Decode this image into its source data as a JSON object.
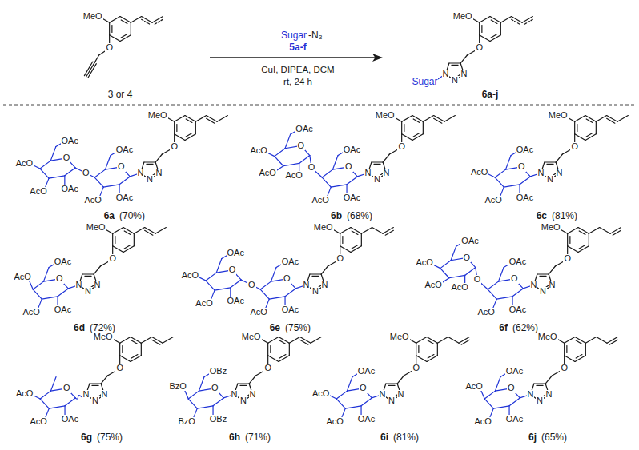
{
  "diagram": {
    "labels": [
      "MeO",
      "O",
      "3 or 4",
      "Sugar",
      "-N₃",
      "5a-f",
      "CuI, DIPEA, DCM",
      "rt, 24 h",
      "MeO",
      "O",
      "N",
      "N",
      "N",
      "Sugar",
      "6a-j",
      "6a",
      "(70%)",
      "MeO",
      "O",
      "N",
      "N",
      "N",
      "OAc",
      "O",
      "AcO",
      "AcO",
      "OAc",
      "O",
      "OAc",
      "O",
      "AcO",
      "OAc",
      "6b",
      "(68%)",
      "MeO",
      "O",
      "N",
      "N",
      "N",
      "OAc",
      "O",
      "AcO",
      "AcO",
      "AcO",
      "O",
      "OAc",
      "O",
      "AcO",
      "OAc",
      "6c",
      "(81%)",
      "MeO",
      "O",
      "N",
      "N",
      "N",
      "OAc",
      "O",
      "AcO",
      "AcO",
      "OAc",
      "6d",
      "(72%)",
      "MeO",
      "O",
      "N",
      "N",
      "N",
      "OAc",
      "O",
      "AcO",
      "AcO",
      "OAc",
      "6e",
      "(75%)",
      "MeO",
      "O",
      "N",
      "N",
      "N",
      "OAc",
      "O",
      "AcO",
      "AcO",
      "OAc",
      "O",
      "OAc",
      "O",
      "AcO",
      "OAc",
      "6f",
      "(62%)",
      "MeO",
      "O",
      "N",
      "N",
      "N",
      "OAc",
      "O",
      "AcO",
      "AcO",
      "AcO",
      "O",
      "OAc",
      "O",
      "AcO",
      "OAc",
      "6g",
      "(75%)",
      "MeO",
      "O",
      "N",
      "N",
      "N",
      "O",
      "AcO",
      "AcO",
      "OAc",
      "6h",
      "(71%)",
      "MeO",
      "O",
      "N",
      "N",
      "N",
      "OBz",
      "O",
      "BzO",
      "BzO",
      "OBz",
      "6i",
      "(81%)",
      "MeO",
      "O",
      "N",
      "N",
      "N",
      "OAc",
      "O",
      "AcO",
      "AcO",
      "OAc",
      "6j",
      "(65%)",
      "MeO",
      "O",
      "N",
      "N",
      "N",
      "OAc",
      "O",
      "AcO",
      "AcO",
      "OAc"
    ]
  }
}
